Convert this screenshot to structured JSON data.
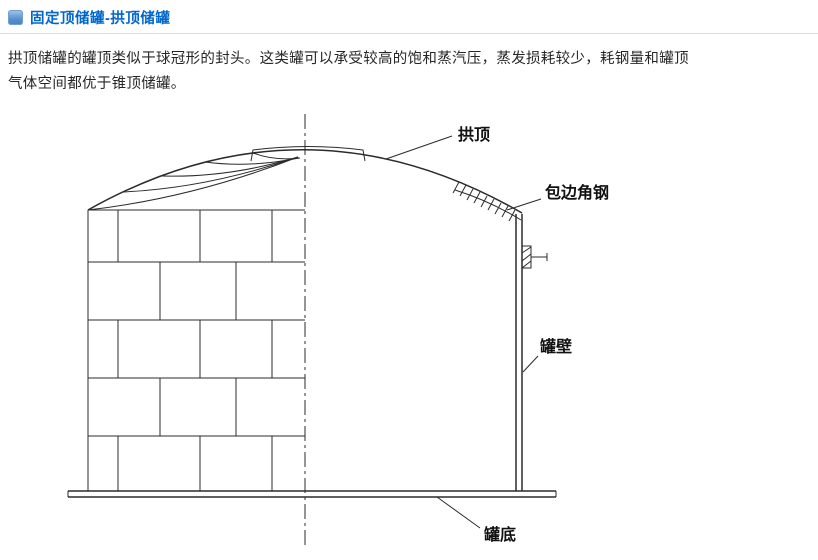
{
  "header": {
    "title": "固定顶储罐-拱顶储罐",
    "title_color": "#0066cc",
    "bullet_color": "#5b8fcb"
  },
  "intro": {
    "line1": "拱顶储罐的罐顶类似于球冠形的封头。这类罐可以承受较高的饱和蒸汽压，蒸发损耗较少，耗钢量和罐顶",
    "line2": "气体空间都优于锥顶储罐。"
  },
  "diagram": {
    "stroke_color": "#2b2b2b",
    "labels": {
      "dome": "拱顶",
      "curb_angle": "包边角钢",
      "wall": "罐壁",
      "bottom": "罐底"
    }
  }
}
